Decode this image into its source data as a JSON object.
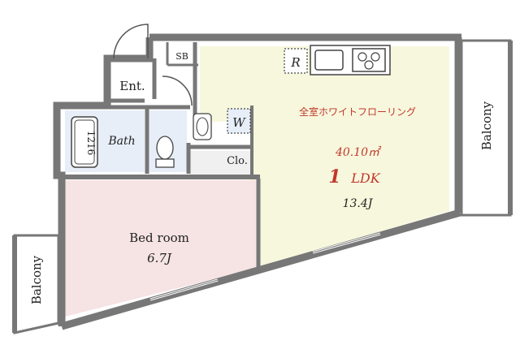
{
  "plan": {
    "sb": "SB",
    "fridge": "R",
    "entrance": "Ent.",
    "bath": "Bath",
    "tub": "1216",
    "washer": "W",
    "closet": "Clo.",
    "ldk_note": "全室ホワイトフローリング",
    "ldk_area": "40.10㎡",
    "ldk_type_num": "1",
    "ldk_type": "LDK",
    "ldk_size": "13.4J",
    "bedroom": "Bed room",
    "bedroom_size": "6.7J",
    "balcony_right": "Balcony",
    "balcony_left": "Balcony"
  },
  "colors": {
    "wall": "#777777",
    "ldk_floor": "#f7f7dd",
    "bedroom_floor": "#f6e3e3",
    "wet_floor": "#e7eef8",
    "accent_text": "#c0392b",
    "fixture_border": "#444444"
  }
}
